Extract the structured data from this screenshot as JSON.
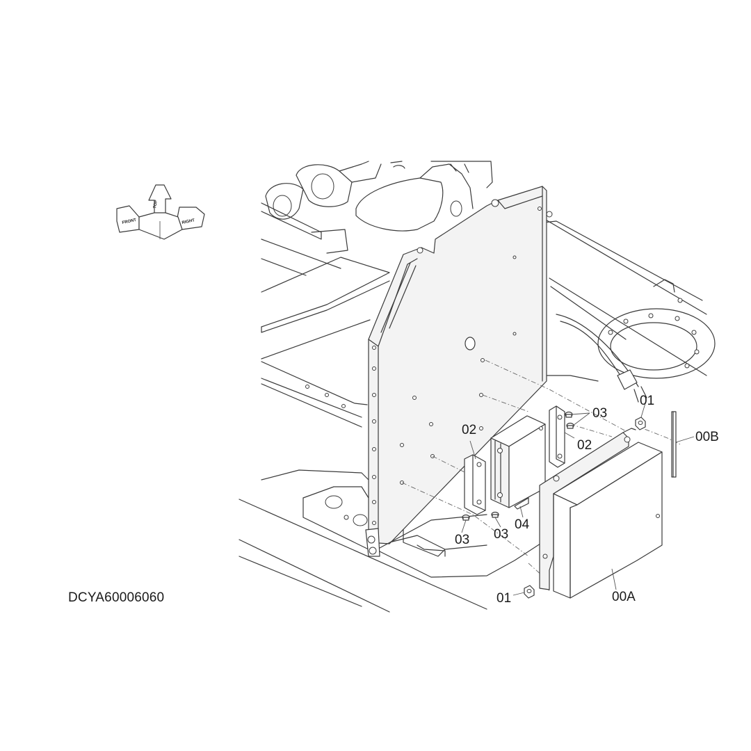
{
  "drawing": {
    "code": "DCYA60006060"
  },
  "orientation_marker": {
    "labels": [
      "FRONT",
      "TOP",
      "RIGHT"
    ]
  },
  "callouts": {
    "c01_top": "01",
    "c01_bottom": "01",
    "c00B": "00B",
    "c00A": "00A",
    "c02_left": "02",
    "c02_right": "02",
    "c03_top": "03",
    "c03_left": "03",
    "c03_mid": "03",
    "c04": "04"
  }
}
